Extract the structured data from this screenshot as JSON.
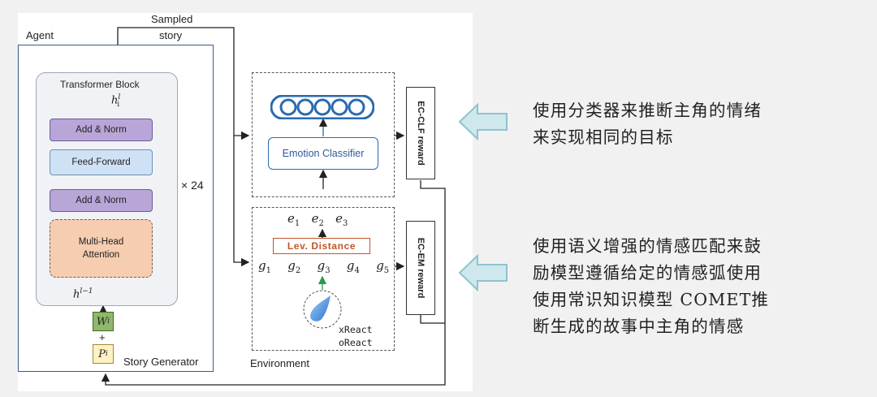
{
  "diagram": {
    "agent_label": "Agent",
    "sampled_story_label": [
      "Sampled",
      "story"
    ],
    "transformer_block_label": "Transformer Block",
    "h_top": "h",
    "h_top_sub": "i",
    "h_top_sup": "l",
    "add_norm_top": "Add & Norm",
    "feed_forward": "Feed-Forward",
    "add_norm_bottom": "Add & Norm",
    "mha": [
      "Multi-Head",
      "Attention"
    ],
    "h_bottom": "h",
    "h_bottom_sup": "l−1",
    "repeat": "× 24",
    "w_label": "W",
    "w_sub": "i",
    "plus": "+",
    "p_label": "P",
    "p_sub": "i",
    "story_generator": "Story Generator",
    "emotion_classifier": "Emotion Classifier",
    "ec_clf_reward": "EC-CLF reward",
    "ec_em_reward": "EC-EM reward",
    "lev_distance": "Lev. Distance",
    "e_terms": [
      "1",
      "2",
      "3"
    ],
    "g_terms": [
      "1",
      "2",
      "3",
      "4",
      "5"
    ],
    "x_react": "xReact",
    "o_react": "oReact",
    "environment": "Environment"
  },
  "annotations": {
    "top": [
      "使用分类器来推断主角的情绪",
      "来实现相同的目标"
    ],
    "bottom": [
      "使用语义增强的情感匹配来鼓",
      "励模型遵循给定的情感弧使用",
      "使用常识知识模型 COMET推",
      "断生成的故事中主角的情感"
    ]
  },
  "colors": {
    "arrow_fill": "#cfe8ee",
    "arrow_stroke": "#8fc3cf",
    "classifier_blue": "#2b6ab0",
    "lev_orange": "#c0562a"
  }
}
